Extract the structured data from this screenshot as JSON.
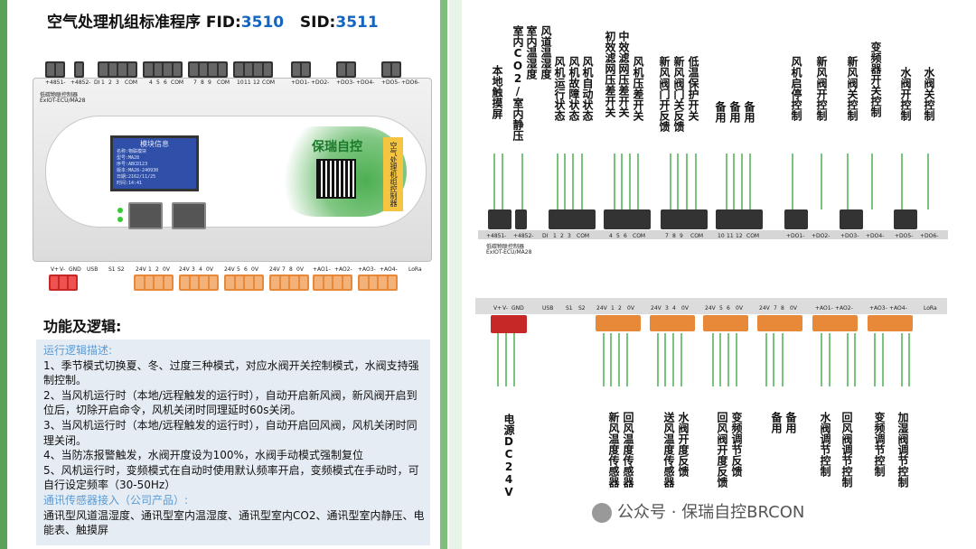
{
  "title": {
    "main": "空气处理机组标准程序",
    "fid_label": "FID:",
    "fid": "3510",
    "sid_label": "SID:",
    "sid": "3511"
  },
  "device": {
    "top_labels": [
      "+4851-",
      "+4852-",
      "DI",
      "1",
      "2",
      "3",
      "COM",
      "4",
      "5",
      "6",
      "COM",
      "7",
      "8",
      "9",
      "COM",
      "10",
      "11",
      "12",
      "COM",
      "+DO1-",
      "+DO2-",
      "+DO3-",
      "+DO4-",
      "+DO5-",
      "+DO6-"
    ],
    "model_line1": "低碳物联控制器",
    "model_line2": "ExIOT-ECU/MA28",
    "lcd_title": "模块信息",
    "lcd_lines": [
      "名称:物联模块",
      "型号:MA28",
      "序号:ABCD123",
      "版本:MA28-240930",
      "日期:2162/11/25",
      "时间:14:41"
    ],
    "brand": "保瑞自控",
    "side_label": "空气处理机组控制器",
    "bottom_labels": [
      "V+",
      "V-",
      "GND",
      "USB",
      "S1",
      "S2",
      "24V",
      "1",
      "2",
      "0V",
      "24V",
      "3",
      "4",
      "0V",
      "24V",
      "5",
      "6",
      "0V",
      "24V",
      "7",
      "8",
      "0V",
      "+AO1-",
      "+AO2-",
      "+AO3-",
      "+AO4-",
      "LoRa"
    ]
  },
  "function": {
    "heading": "功能及逻辑:",
    "section1": "运行逻辑描述:",
    "items": [
      "1、季节模式切换夏、冬、过度三种模式，对应水阀开关控制模式，水阀支持强制控制。",
      "2、当风机运行时（本地/远程触发的运行时），自动开启新风阀，新风阀开启到位后，切除开启命令，风机关闭时同理延时60s关闭。",
      "3、当风机运行时（本地/远程触发的运行时），自动开启回风阀，风机关闭时同理关闭。",
      "4、当防冻报警触发，水阀开度设为100%，水阀手动模式强制复位",
      "5、风机运行时，变频模式在自动时使用默认频率开启，变频模式在手动时，可自行设定频率（30-50Hz）"
    ],
    "section2": "通讯传感器接入（公司产品）:",
    "sensors": "通讯型风道温湿度、通讯型室内温湿度、通讯型室内CO2、通讯型室内静压、电能表、触摸屏"
  },
  "diagram": {
    "top_tags": [
      "本地触摸屏",
      "室内CO2/室内静压",
      "室内温湿度",
      "风道温湿度",
      "风机运行状态",
      "风机故障状态",
      "风机自动状态",
      "初效滤网压差开关",
      "中效滤网压差开关",
      "风机压差开关",
      "新风阀门开反馈",
      "新风阀门关反馈",
      "低温保护开关",
      "备用",
      "备用",
      "备用",
      "风机启停控制",
      "新风阀开控制",
      "新风阀关控制",
      "变频器开关控制",
      "水阀开控制",
      "水阀关控制"
    ],
    "top_terminal_labels": [
      "+4851-",
      "+4852-",
      "DI",
      "1",
      "2",
      "3",
      "COM",
      "4",
      "5",
      "6",
      "COM",
      "7",
      "8",
      "9",
      "COM",
      "10",
      "11",
      "12",
      "COM",
      "+DO1-",
      "+DO2-",
      "+DO3-",
      "+DO4-",
      "+DO5-",
      "+DO6-"
    ],
    "model_line1": "低碳物联控制器",
    "model_line2": "ExIOT-ECU/MA28",
    "bottom_terminal_labels": [
      "V+",
      "V-",
      "GND",
      "USB",
      "S1",
      "S2",
      "24V",
      "1",
      "2",
      "0V",
      "24V",
      "3",
      "4",
      "0V",
      "24V",
      "5",
      "6",
      "0V",
      "24V",
      "7",
      "8",
      "0V",
      "+AO1-",
      "+AO2-",
      "+AO3-",
      "+AO4-",
      "LoRa"
    ],
    "bottom_tags": [
      "电源DC24V",
      "新风温度传感器",
      "回风温度传感器",
      "送风温度传感器",
      "水阀开度反馈",
      "回风阀开度反馈",
      "变频调节反馈",
      "备用",
      "备用",
      "水阀调节控制",
      "回风阀调节控制",
      "变频调节控制",
      "加湿阀调节控制"
    ]
  },
  "watermark": "公众号 · 保瑞自控BRCON",
  "colors": {
    "accent_blue": "#1565c0",
    "panel_bg": "#e6ecf3",
    "section_blue": "#5b9bd5",
    "wire_green": "#4caf50",
    "terminal_orange": "#e8893a"
  }
}
